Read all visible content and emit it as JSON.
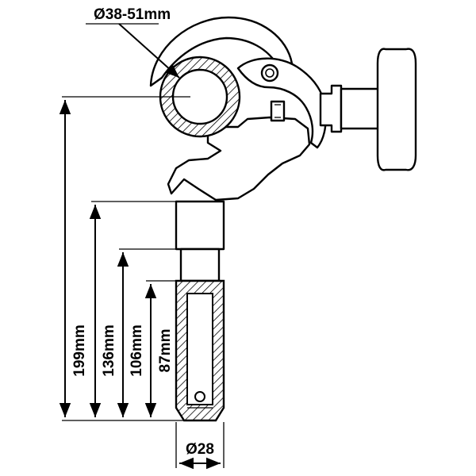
{
  "diagram": {
    "labels": {
      "tube_range": "Ø38-51mm",
      "spigot_diameter": "Ø28",
      "dim_total": "199mm",
      "dim_136": "136mm",
      "dim_106": "106mm",
      "dim_87": "87mm"
    }
  }
}
